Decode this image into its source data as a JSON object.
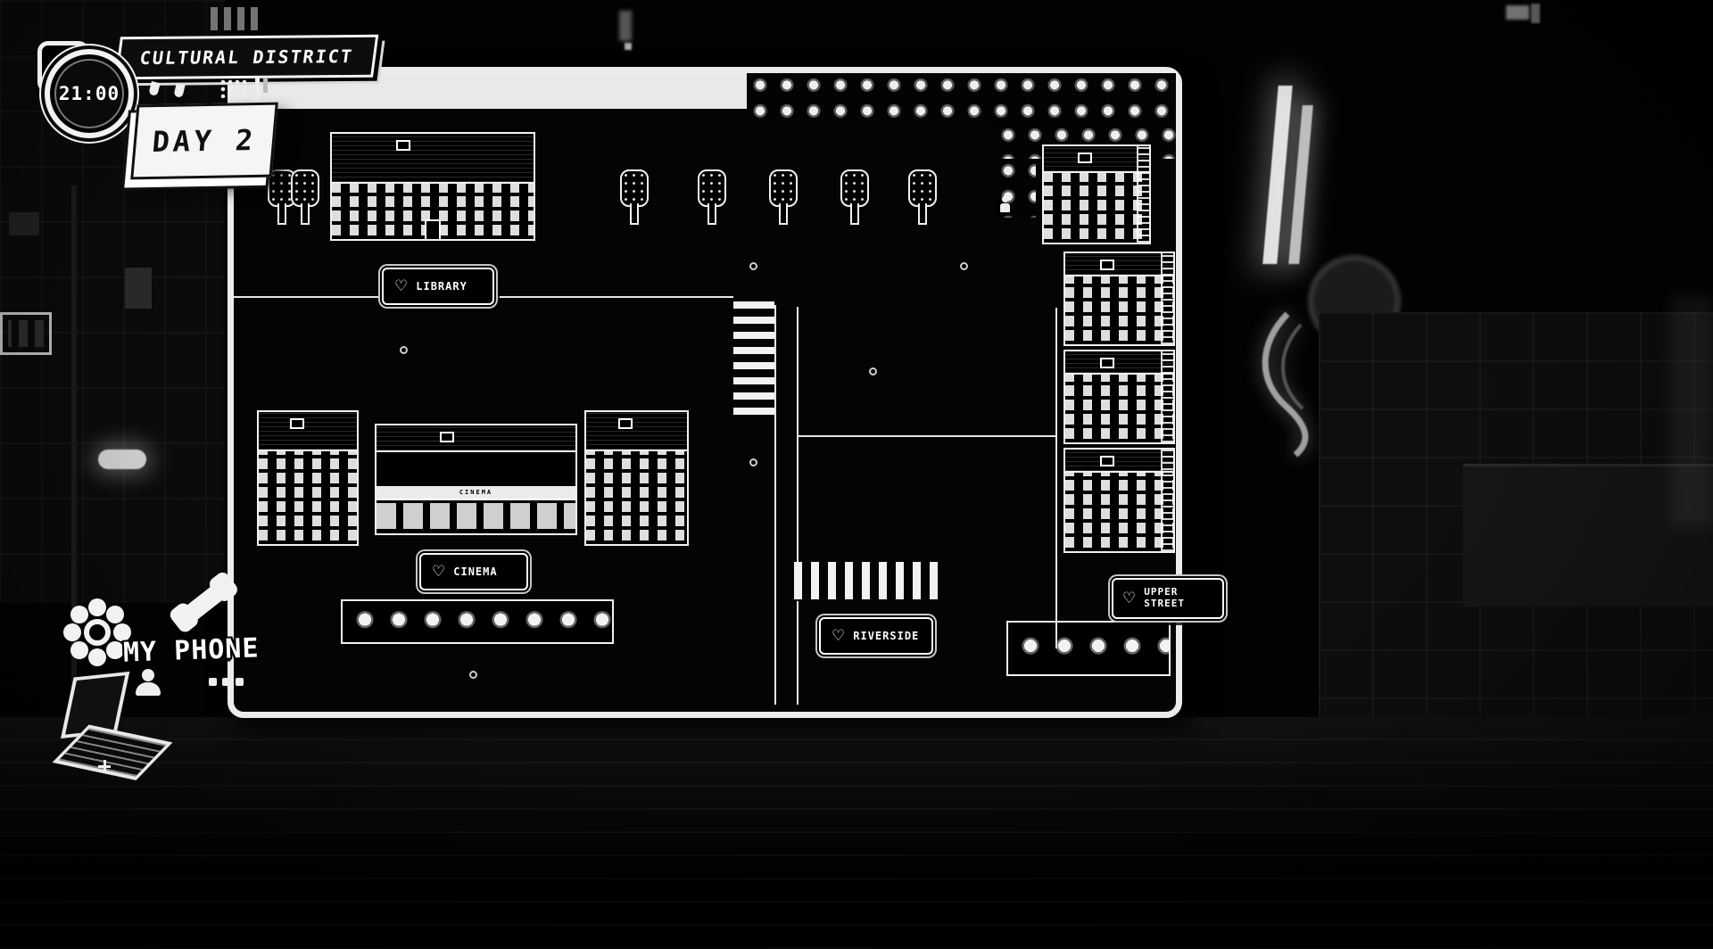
{
  "hud": {
    "district_banner": "CULTURAL DISTRICT",
    "clock_time": "21:00",
    "day_label": "DAY 2"
  },
  "phone": {
    "label": "MY PHONE"
  },
  "map": {
    "cinema_marquee": "CINEMA",
    "locations": [
      {
        "id": "library",
        "label": "LIBRARY"
      },
      {
        "id": "cinema",
        "label": "CINEMA"
      },
      {
        "id": "riverside",
        "label": "RIVERSIDE"
      },
      {
        "id": "upper-street",
        "label": "UPPER STREET"
      }
    ]
  },
  "icons": {
    "heart": "♡"
  },
  "colors": {
    "background": "#000000",
    "panel_border": "#ececec",
    "accent": "#ffffff"
  }
}
